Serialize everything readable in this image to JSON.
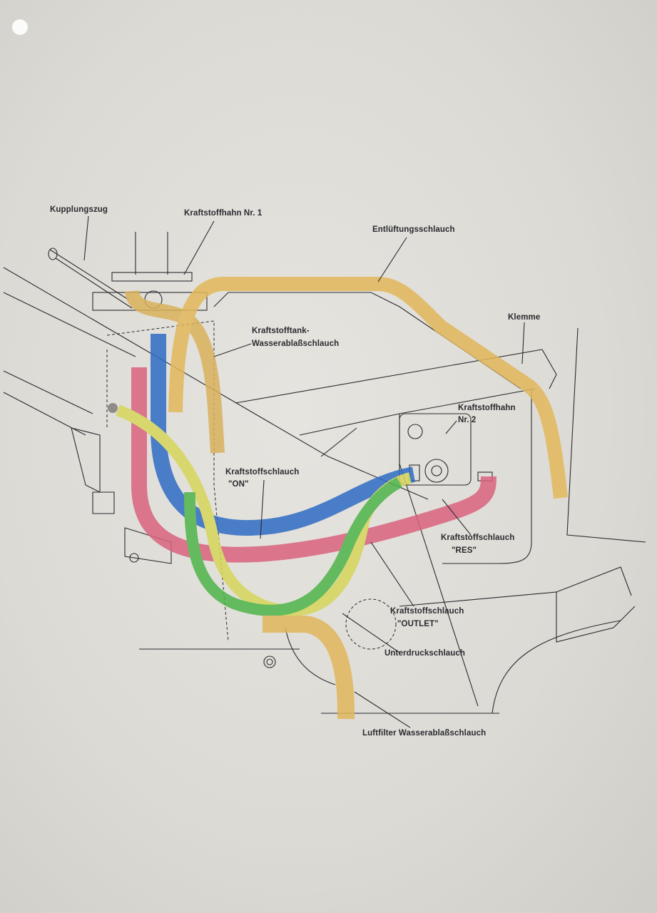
{
  "diagram": {
    "labels": {
      "kupplungszug": "Kupplungszug",
      "kraftstoffhahn1": "Kraftstoffhahn Nr. 1",
      "entlueftung": "Entlüftungsschlauch",
      "klemme": "Klemme",
      "tank_drain_1": "Kraftstofftank-",
      "tank_drain_2": "Wasserablaßschlauch",
      "kraftstoffhahn2_1": "Kraftstoffhahn",
      "kraftstoffhahn2_2": "Nr. 2",
      "on_1": "Kraftstoffschlauch",
      "on_2": "\"ON\"",
      "res_1": "Kraftstoffschlauch",
      "res_2": "\"RES\"",
      "outlet_1": "Kraftstoffschlauch",
      "outlet_2": "\"OUTLET\"",
      "unterdruck": "Unterdruckschlauch",
      "luftfilter": "Luftfilter Wasserablaßschlauch"
    },
    "colors": {
      "vent_hose": "#e2b75a",
      "on_hose": "#2f6cc4",
      "res_hose": "#d9637f",
      "outlet_hose": "#d6d65c",
      "vacuum_hose": "#4fb44a",
      "paper": "#dddbd5"
    }
  }
}
